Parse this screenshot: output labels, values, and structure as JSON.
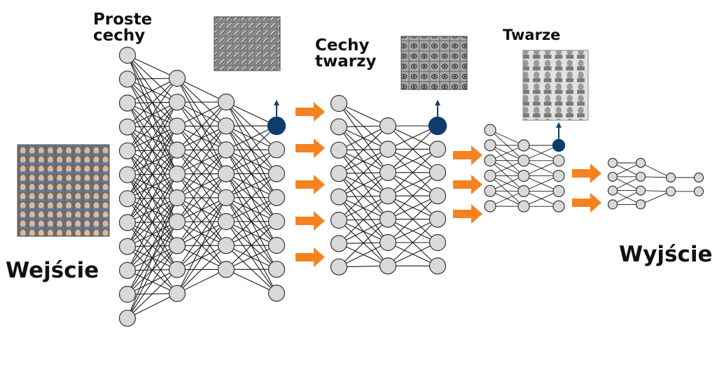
{
  "labels": {
    "simple_features": [
      "Proste",
      "cechy"
    ],
    "face_features": [
      "Cechy",
      "twarzy"
    ],
    "faces": "Twarze",
    "input": "Wejście",
    "output": "Wyjście"
  },
  "colors": {
    "node_fill": "#d9d9d9",
    "node_stroke": "#333333",
    "edge": "#1a1a1a",
    "highlight": "#0d3e6b",
    "arrow": "#f58220"
  },
  "networks": [
    {
      "layers": [
        12,
        10,
        8,
        8
      ],
      "highlight_layer": 3,
      "highlight_node": 0
    },
    {
      "layers": [
        8,
        7,
        7
      ],
      "highlight_layer": 2,
      "highlight_node": 0
    },
    {
      "layers": [
        6,
        5,
        5
      ],
      "highlight_layer": 2,
      "highlight_node": 0
    },
    {
      "layers": [
        4,
        4,
        2,
        2
      ]
    }
  ],
  "arrow_groups": [
    5,
    3,
    2
  ]
}
